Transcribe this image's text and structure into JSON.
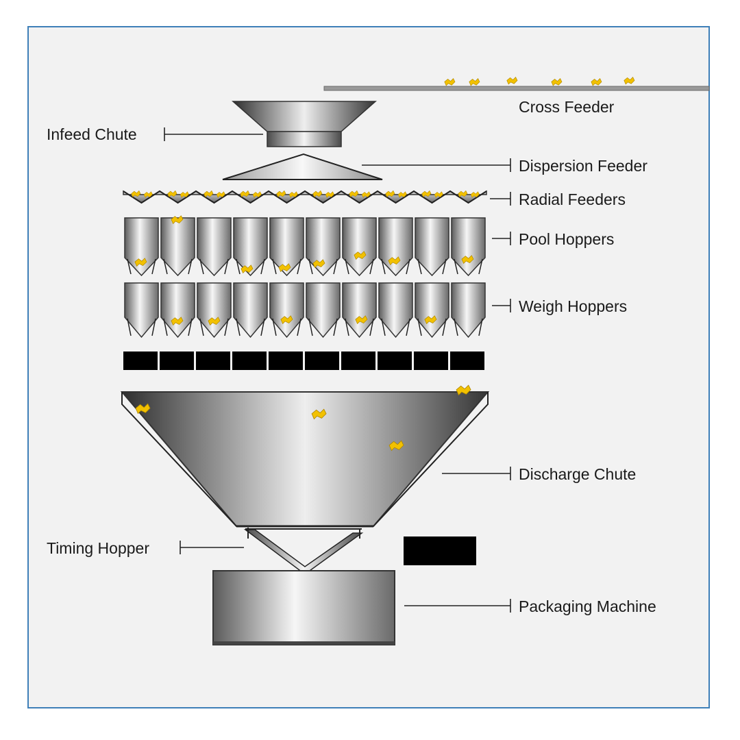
{
  "diagram": {
    "labels": {
      "cross_feeder": "Cross Feeder",
      "infeed_chute": "Infeed Chute",
      "dispersion_feeder": "Dispersion Feeder",
      "radial_feeders": "Radial Feeders",
      "pool_hoppers": "Pool Hoppers",
      "weigh_hoppers": "Weigh Hoppers",
      "discharge_chute": "Discharge Chute",
      "timing_hopper": "Timing Hopper",
      "packaging_machine": "Packaging Machine"
    },
    "colors": {
      "frame_border": "#3e7fb8",
      "background": "#f2f2f2",
      "product": "#f2c100",
      "metal_dark": "#3a3a3a",
      "metal_light": "#f4f4f4",
      "gate_block": "#000000"
    }
  }
}
